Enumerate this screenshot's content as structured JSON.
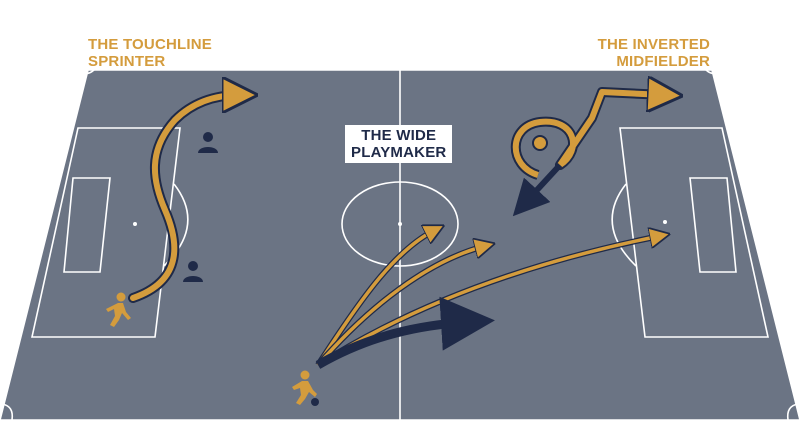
{
  "labels": {
    "touchline_sprinter": {
      "line1": "THE TOUCHLINE",
      "line2": "SPRINTER"
    },
    "inverted_midfielder": {
      "line1": "THE INVERTED",
      "line2": "MIDFIELDER"
    },
    "wide_playmaker": {
      "line1": "THE WIDE",
      "line2": "PLAYMAKER"
    }
  },
  "colors": {
    "pitch": "#6b7484",
    "lines": "#ffffff",
    "gold": "#d49c3d",
    "navy": "#1f2a48"
  },
  "icons": [
    "running-player-icon",
    "defender-icon",
    "kicking-player-icon"
  ]
}
